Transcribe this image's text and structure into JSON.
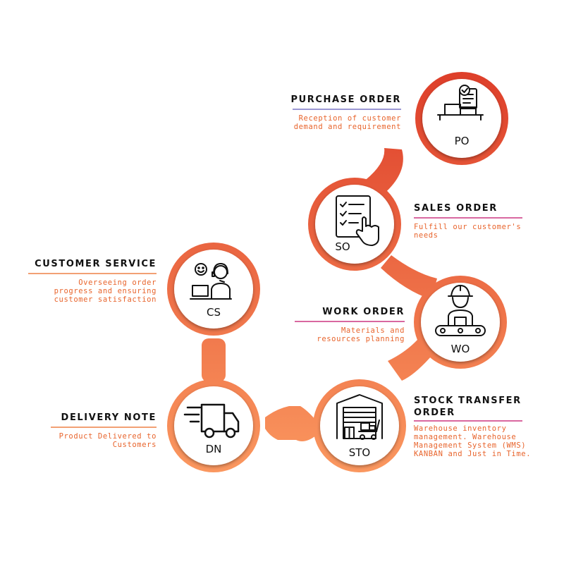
{
  "colors": {
    "gradient_top": "#de3f2a",
    "gradient_bottom": "#fb9960",
    "description_text": "#e8642c",
    "line_purple": "#9b97d4",
    "line_pink": "#d968a0",
    "line_orange": "#f2a074"
  },
  "nodes": {
    "po": {
      "code": "PO",
      "icon": "purchase-order-icon"
    },
    "so": {
      "code": "SO",
      "icon": "sales-order-icon"
    },
    "wo": {
      "code": "WO",
      "icon": "worker-icon"
    },
    "sto": {
      "code": "STO",
      "icon": "warehouse-icon"
    },
    "dn": {
      "code": "DN",
      "icon": "delivery-truck-icon"
    },
    "cs": {
      "code": "CS",
      "icon": "customer-service-icon"
    }
  },
  "steps": {
    "purchase_order": {
      "title": "PURCHASE ORDER",
      "desc": [
        "Reception of customer",
        "demand and requirement"
      ]
    },
    "sales_order": {
      "title": "SALES ORDER",
      "desc": [
        "Fulfill our customer's",
        "needs"
      ]
    },
    "work_order": {
      "title": "WORK ORDER",
      "desc": [
        "Materials and",
        "resources planning"
      ]
    },
    "stock_transfer_order": {
      "title": [
        "STOCK TRANSFER",
        "ORDER"
      ],
      "desc": [
        "Warehouse inventory",
        "management. Warehouse",
        "Management System (WMS)",
        "KANBAN and Just in Time."
      ]
    },
    "delivery_note": {
      "title": "DELIVERY NOTE",
      "desc": [
        "Product Delivered to",
        "Customers"
      ]
    },
    "customer_service": {
      "title": "CUSTOMER SERVICE",
      "desc": [
        "Overseeing order",
        "progress and ensuring",
        "customer satisfaction"
      ]
    }
  }
}
